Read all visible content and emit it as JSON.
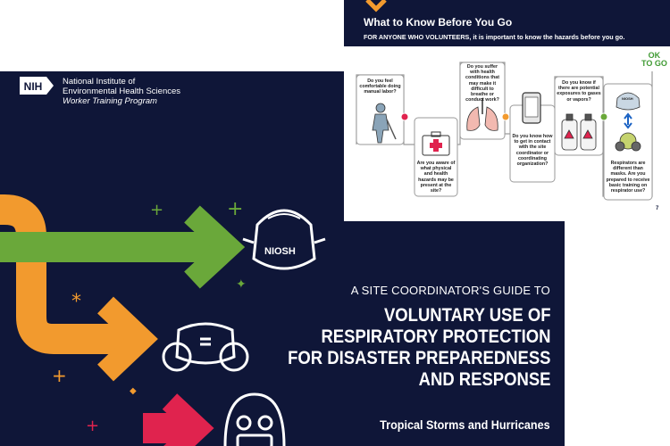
{
  "cover": {
    "nih_badge": "NIH",
    "org_line1": "National Institute of",
    "org_line2": "Environmental Health Sciences",
    "org_line3": "Worker Training Program",
    "subtitle": "A SITE COORDINATOR'S GUIDE TO",
    "title_lines": [
      "VOLUNTARY USE OF",
      "RESPIRATORY PROTECTION",
      "FOR DISASTER PREPAREDNESS",
      "AND RESPONSE"
    ],
    "tagline": "Tropical Storms and Hurricanes",
    "badge_label": "NIOSH",
    "colors": {
      "background": "#0f1638",
      "orange": "#f29a2e",
      "green": "#6aa83a",
      "red": "#e0234e"
    }
  },
  "inner_page": {
    "heading": "What to Know Before You Go",
    "subheading": "FOR ANYONE WHO VOLUNTEERS, it is important to know the hazards before you go.",
    "ok_line1": "OK",
    "ok_line2": "TO GO",
    "page_number": "7",
    "niosh_label": "NIOSH",
    "questions": [
      "Do you feel comfortable doing manual labor?",
      "Are you aware of what physical and health hazards may be present at the site?",
      "Do you suffer with health conditions that may make it difficult to breathe or conduct work?",
      "Do you know how to get in contact with the site coordinator or coordinating organization?",
      "Do you know if there are potential exposures to gases or vapors?",
      "Respirators are different than masks. Are you prepared to receive basic training on respirator use?"
    ]
  }
}
